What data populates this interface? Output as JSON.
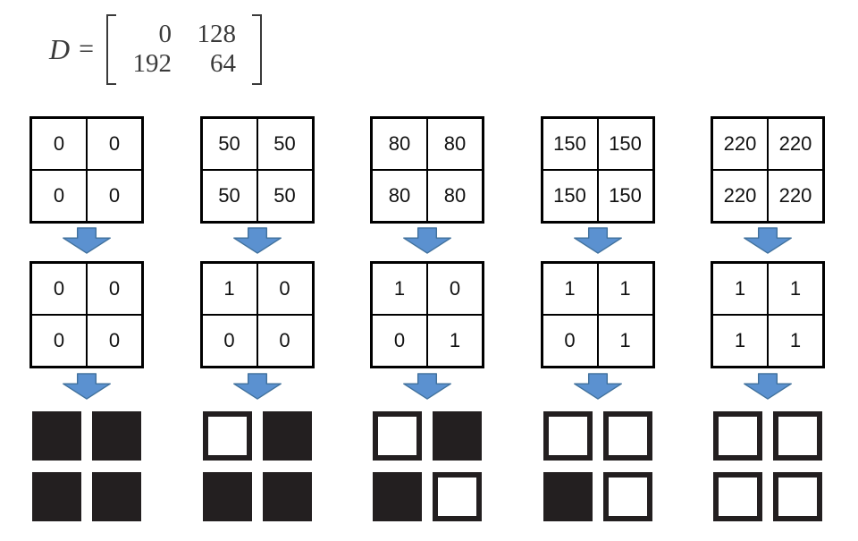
{
  "matrix": {
    "label": "D",
    "equals": "=",
    "rows": [
      [
        "0",
        "128"
      ],
      [
        "192",
        "64"
      ]
    ]
  },
  "columns": [
    {
      "input": [
        [
          "0",
          "0"
        ],
        [
          "0",
          "0"
        ]
      ],
      "threshold": [
        [
          "0",
          "0"
        ],
        [
          "0",
          "0"
        ]
      ],
      "output": [
        [
          "black",
          "black"
        ],
        [
          "black",
          "black"
        ]
      ]
    },
    {
      "input": [
        [
          "50",
          "50"
        ],
        [
          "50",
          "50"
        ]
      ],
      "threshold": [
        [
          "1",
          "0"
        ],
        [
          "0",
          "0"
        ]
      ],
      "output": [
        [
          "white",
          "black"
        ],
        [
          "black",
          "black"
        ]
      ]
    },
    {
      "input": [
        [
          "80",
          "80"
        ],
        [
          "80",
          "80"
        ]
      ],
      "threshold": [
        [
          "1",
          "0"
        ],
        [
          "0",
          "1"
        ]
      ],
      "output": [
        [
          "white",
          "black"
        ],
        [
          "black",
          "white"
        ]
      ]
    },
    {
      "input": [
        [
          "150",
          "150"
        ],
        [
          "150",
          "150"
        ]
      ],
      "threshold": [
        [
          "1",
          "1"
        ],
        [
          "0",
          "1"
        ]
      ],
      "output": [
        [
          "white",
          "white"
        ],
        [
          "black",
          "white"
        ]
      ]
    },
    {
      "input": [
        [
          "220",
          "220"
        ],
        [
          "220",
          "220"
        ]
      ],
      "threshold": [
        [
          "1",
          "1"
        ],
        [
          "1",
          "1"
        ]
      ],
      "output": [
        [
          "white",
          "white"
        ],
        [
          "white",
          "white"
        ]
      ]
    }
  ],
  "colors": {
    "arrow_fill": "#5B91D0",
    "arrow_stroke": "#41719C",
    "square_black": "#231F20",
    "grid_border": "#000000",
    "matrix_text": "#3A3A3A"
  }
}
